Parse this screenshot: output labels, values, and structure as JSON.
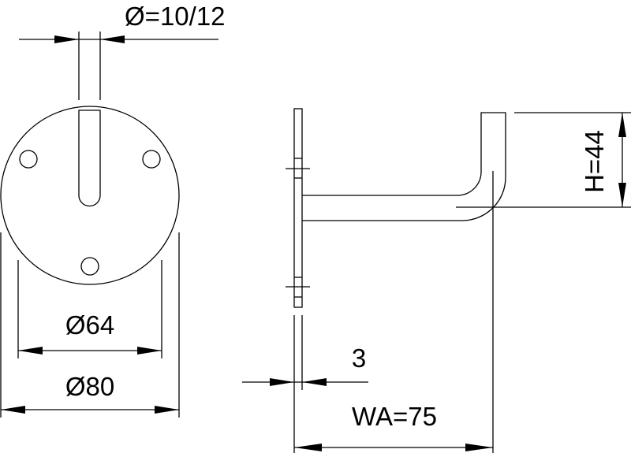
{
  "front_view": {
    "rod_diameter_label": "Ø=10/12",
    "inner_diameter_label": "Ø64",
    "outer_diameter_label": "Ø80"
  },
  "side_view": {
    "height_label": "H=44",
    "plate_thickness_label": "3",
    "wall_distance_label": "WA=75"
  }
}
